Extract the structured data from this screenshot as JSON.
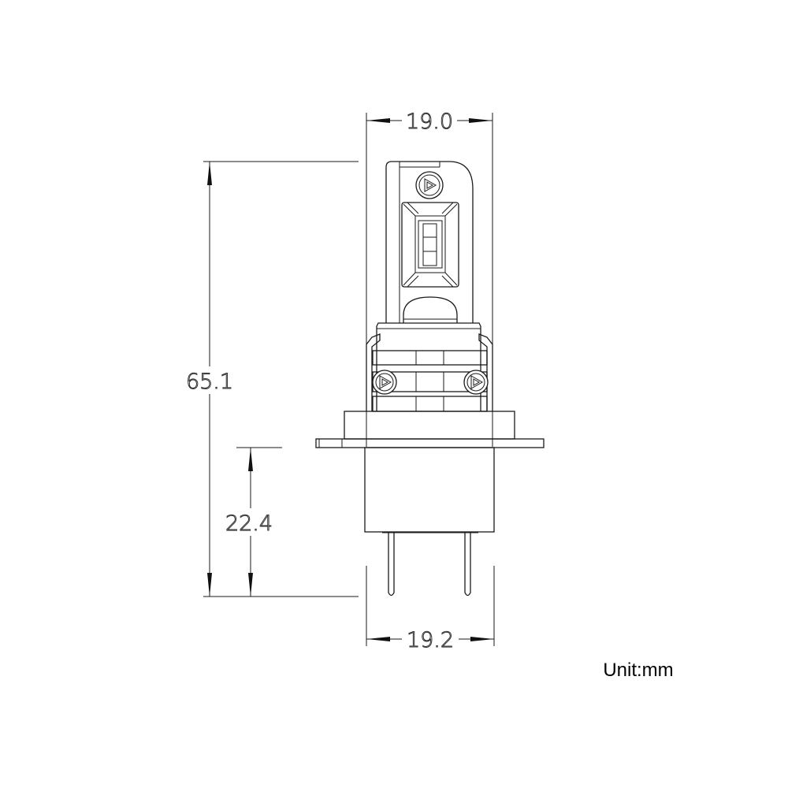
{
  "dimensions": {
    "top_width": "19.0",
    "bottom_width": "19.2",
    "total_height": "65.1",
    "base_height": "22.4"
  },
  "unit_label": "Unit:mm"
}
